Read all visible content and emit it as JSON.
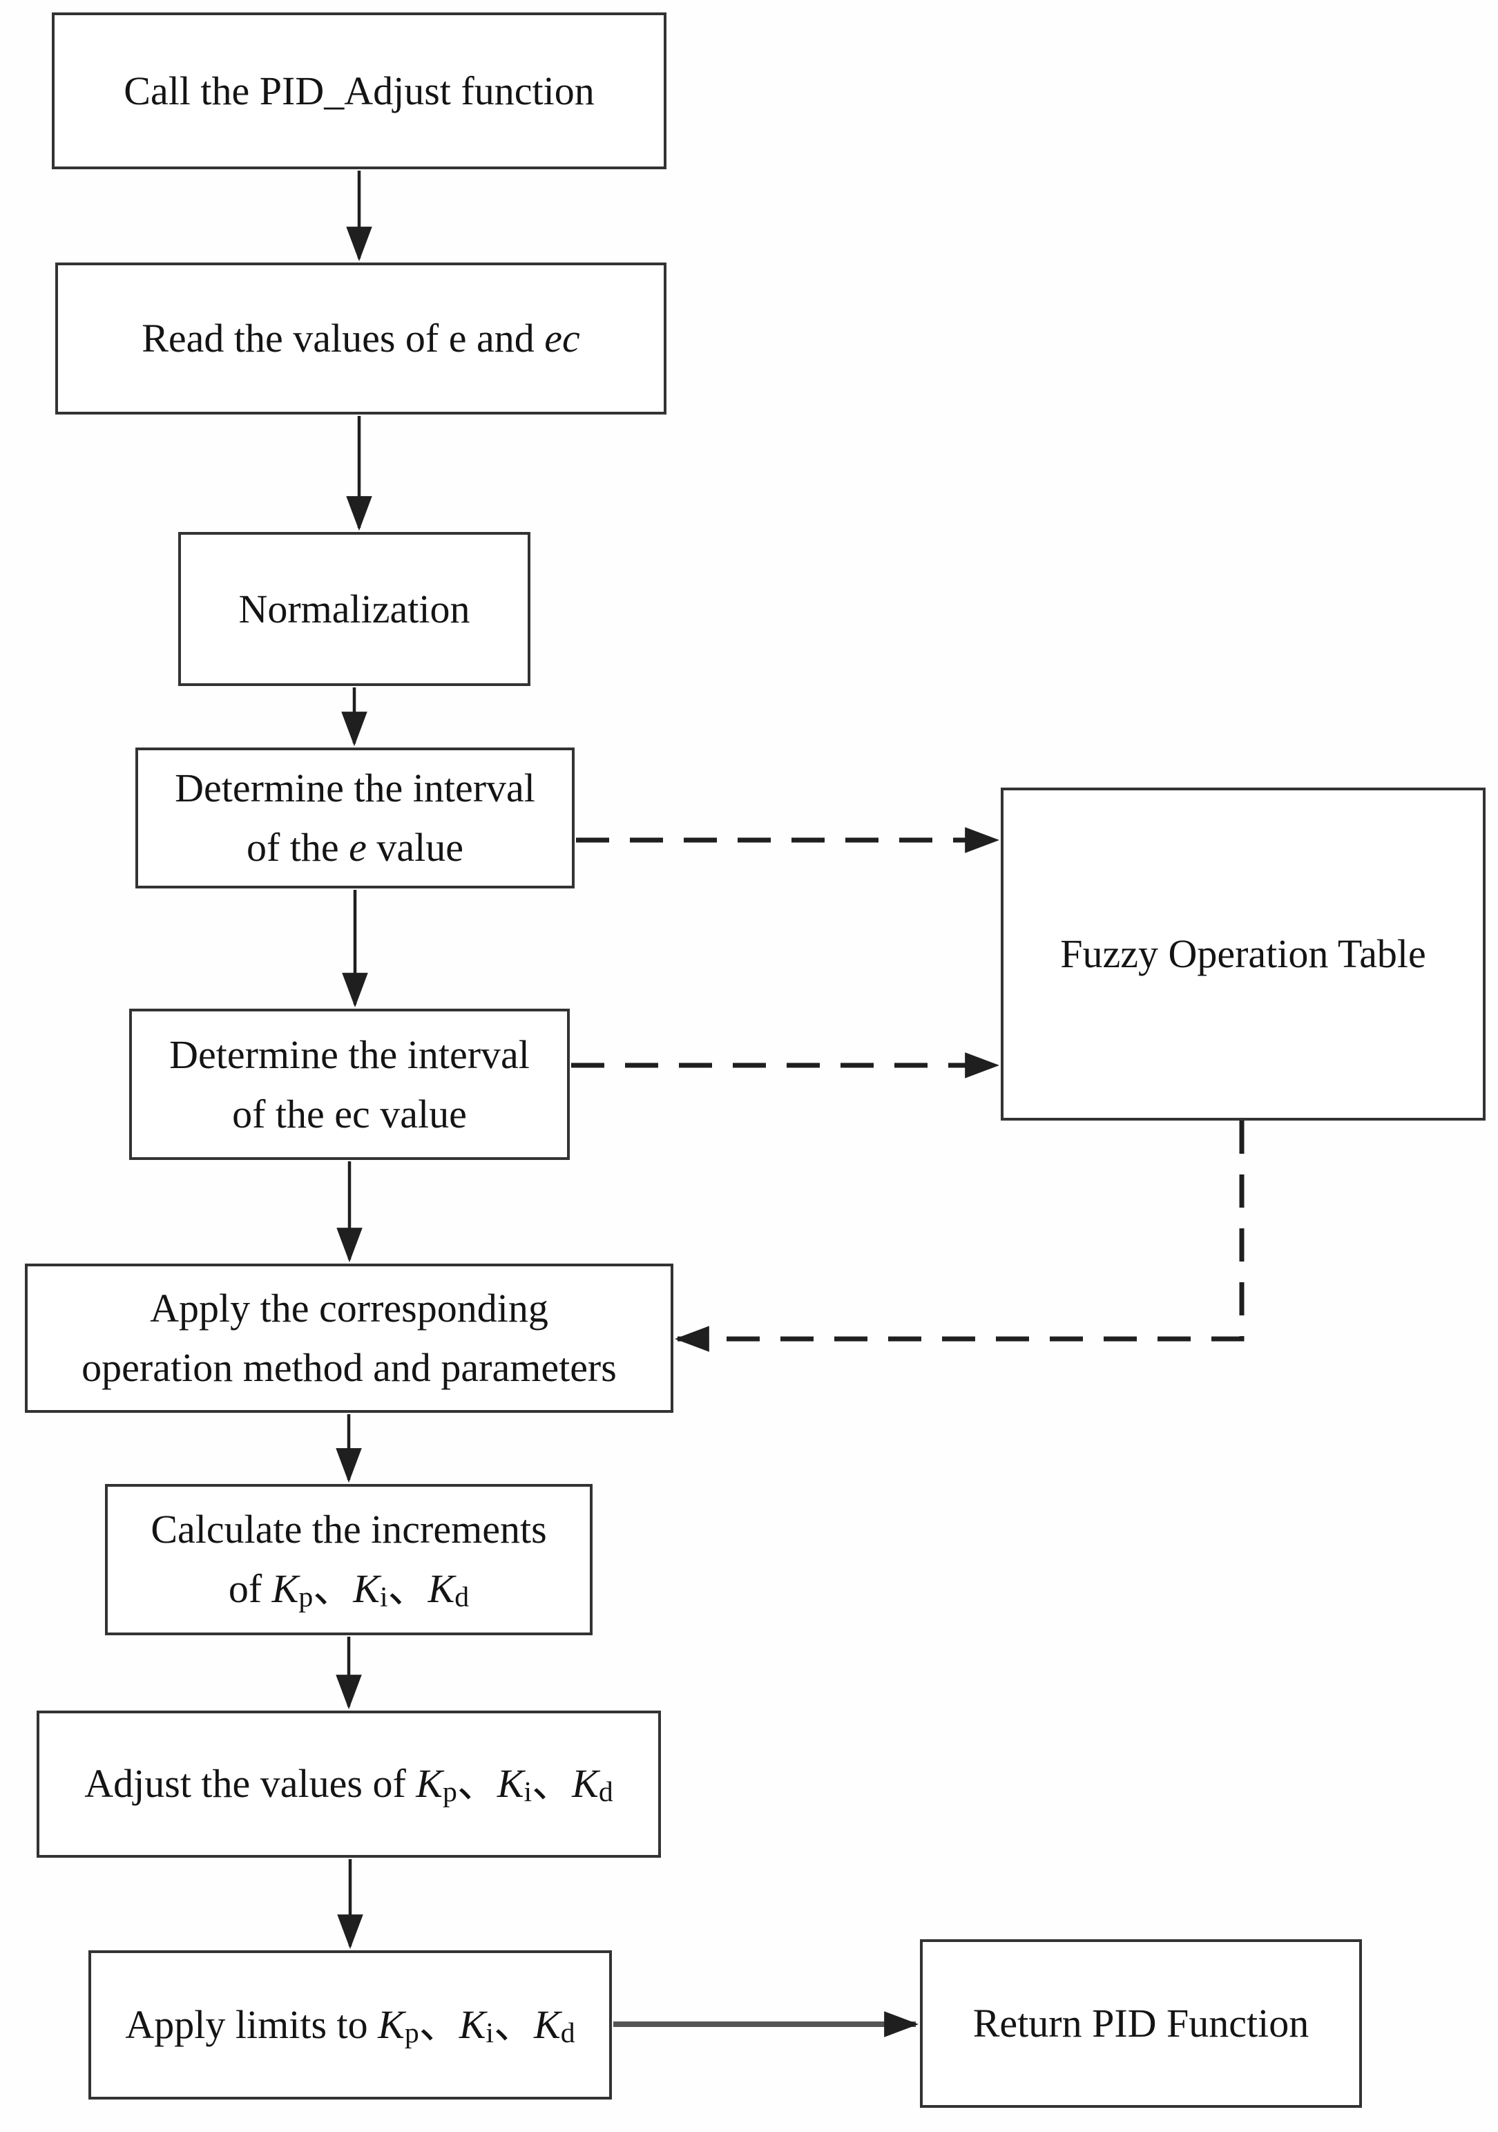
{
  "diagram": {
    "type": "flowchart",
    "subject": "Fuzzy PID parameter adjustment routine",
    "colors": {
      "background": "#ffffff",
      "box_fill": "#ffffff",
      "box_border": "#333333",
      "line": "#1f1f1f",
      "thick_line": "#555555",
      "text": "#141414"
    },
    "nodes": [
      {
        "id": "call-pid-adjust",
        "label": "Call the PID_Adjust function",
        "label_rich": [
          [
            {
              "t": "Call the PID_Adjust function"
            }
          ]
        ]
      },
      {
        "id": "read-values",
        "label": "Read the values of e and ec",
        "label_rich": [
          [
            {
              "t": "Read the values of e and "
            },
            {
              "t": "ec",
              "i": true
            }
          ]
        ]
      },
      {
        "id": "normalization",
        "label": "Normalization",
        "label_rich": [
          [
            {
              "t": "Normalization"
            }
          ]
        ]
      },
      {
        "id": "interval-e",
        "label": "Determine the interval of the e value",
        "label_rich": [
          [
            {
              "t": "Determine the interval"
            }
          ],
          [
            {
              "t": "of the "
            },
            {
              "t": "e",
              "i": true
            },
            {
              "t": " value"
            }
          ]
        ]
      },
      {
        "id": "interval-ec",
        "label": "Determine the interval of the ec value",
        "label_rich": [
          [
            {
              "t": "Determine the interval"
            }
          ],
          [
            {
              "t": "of the ec value"
            }
          ]
        ]
      },
      {
        "id": "apply-method",
        "label": "Apply the corresponding operation method and parameters",
        "label_rich": [
          [
            {
              "t": "Apply the corresponding"
            }
          ],
          [
            {
              "t": "operation method and parameters"
            }
          ]
        ]
      },
      {
        "id": "calc-increments",
        "label": "Calculate the increments of Kp、Ki、Kd",
        "label_rich": [
          [
            {
              "t": "Calculate the increments"
            }
          ],
          [
            {
              "t": "of "
            },
            {
              "t": "K",
              "i": true
            },
            {
              "t": "p",
              "s": true
            },
            {
              "t": "、"
            },
            {
              "t": "K",
              "i": true
            },
            {
              "t": "i",
              "s": true
            },
            {
              "t": "、"
            },
            {
              "t": "K",
              "i": true
            },
            {
              "t": "d",
              "s": true
            }
          ]
        ]
      },
      {
        "id": "adjust-values",
        "label": "Adjust the values of Kp、Ki、Kd",
        "label_rich": [
          [
            {
              "t": "Adjust the values of "
            },
            {
              "t": "K",
              "i": true
            },
            {
              "t": "p",
              "s": true
            },
            {
              "t": "、"
            },
            {
              "t": "K",
              "i": true
            },
            {
              "t": "i",
              "s": true
            },
            {
              "t": "、"
            },
            {
              "t": "K",
              "i": true
            },
            {
              "t": "d",
              "s": true
            }
          ]
        ]
      },
      {
        "id": "apply-limits",
        "label": "Apply limits to Kp、Ki、Kd",
        "label_rich": [
          [
            {
              "t": "Apply limits to "
            },
            {
              "t": "K",
              "i": true
            },
            {
              "t": "p",
              "s": true
            },
            {
              "t": "、"
            },
            {
              "t": "K",
              "i": true
            },
            {
              "t": "i",
              "s": true
            },
            {
              "t": "、"
            },
            {
              "t": "K",
              "i": true
            },
            {
              "t": "d",
              "s": true
            }
          ]
        ]
      },
      {
        "id": "return-pid",
        "label": "Return PID Function",
        "label_rich": [
          [
            {
              "t": "Return PID Function"
            }
          ]
        ]
      },
      {
        "id": "fuzzy-table",
        "label": "Fuzzy Operation Table",
        "label_rich": [
          [
            {
              "t": "Fuzzy Operation Table"
            }
          ]
        ]
      }
    ],
    "edges": [
      {
        "from": "call-pid-adjust",
        "to": "read-values",
        "style": "solid"
      },
      {
        "from": "read-values",
        "to": "normalization",
        "style": "solid"
      },
      {
        "from": "normalization",
        "to": "interval-e",
        "style": "solid"
      },
      {
        "from": "interval-e",
        "to": "interval-ec",
        "style": "solid"
      },
      {
        "from": "interval-ec",
        "to": "apply-method",
        "style": "solid"
      },
      {
        "from": "apply-method",
        "to": "calc-increments",
        "style": "solid"
      },
      {
        "from": "calc-increments",
        "to": "adjust-values",
        "style": "solid"
      },
      {
        "from": "adjust-values",
        "to": "apply-limits",
        "style": "solid"
      },
      {
        "from": "apply-limits",
        "to": "return-pid",
        "style": "solid"
      },
      {
        "from": "interval-e",
        "to": "fuzzy-table",
        "style": "dashed"
      },
      {
        "from": "interval-ec",
        "to": "fuzzy-table",
        "style": "dashed"
      },
      {
        "from": "fuzzy-table",
        "to": "apply-method",
        "style": "dashed"
      }
    ]
  }
}
